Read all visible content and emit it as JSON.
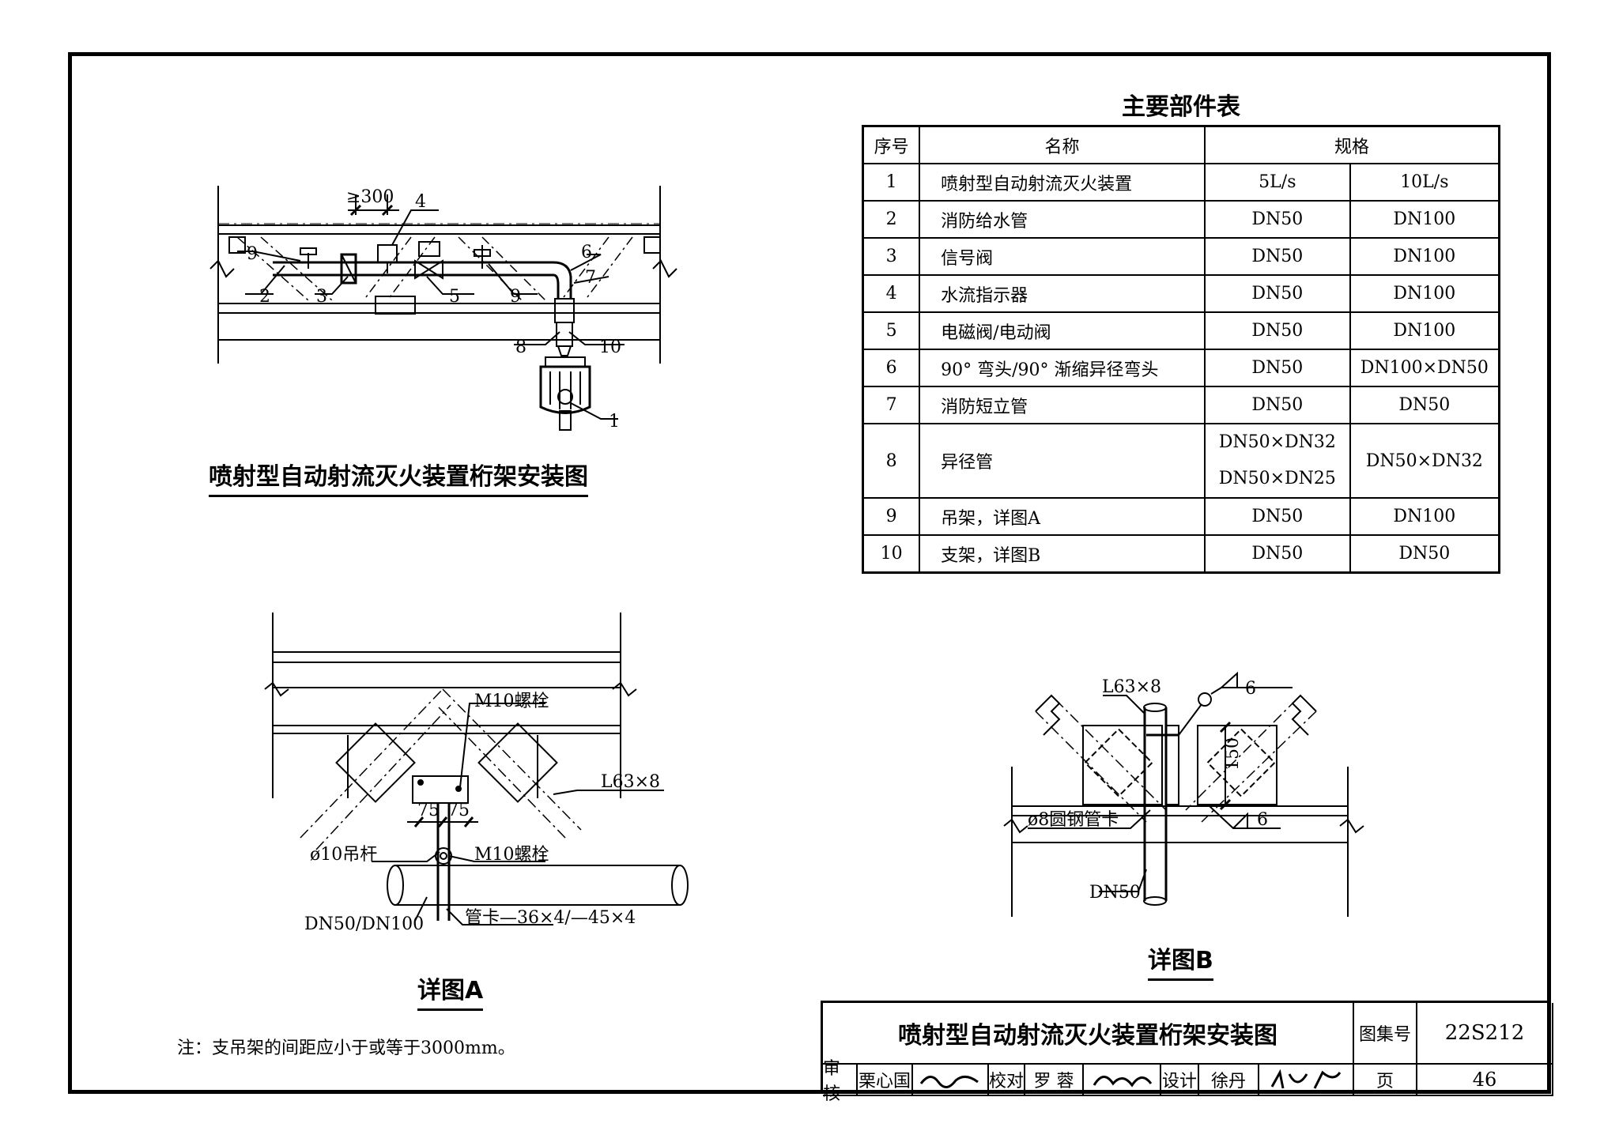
{
  "table": {
    "title": "主要部件表",
    "headers": [
      "序号",
      "名称",
      "规格"
    ],
    "rows": [
      {
        "no": "1",
        "name": "喷射型自动射流灭火装置",
        "s1": "5L/s",
        "s2": "10L/s"
      },
      {
        "no": "2",
        "name": "消防给水管",
        "s1": "DN50",
        "s2": "DN100"
      },
      {
        "no": "3",
        "name": "信号阀",
        "s1": "DN50",
        "s2": "DN100"
      },
      {
        "no": "4",
        "name": "水流指示器",
        "s1": "DN50",
        "s2": "DN100"
      },
      {
        "no": "5",
        "name": "电磁阀/电动阀",
        "s1": "DN50",
        "s2": "DN100"
      },
      {
        "no": "6",
        "name": "90° 弯头/90° 渐缩异径弯头",
        "s1": "DN50",
        "s2": "DN100×DN50"
      },
      {
        "no": "7",
        "name": "消防短立管",
        "s1": "DN50",
        "s2": "DN50"
      },
      {
        "no": "8",
        "name": "异径管",
        "s1a": "DN50×DN32",
        "s1b": "DN50×DN25",
        "s2": "DN50×DN32"
      },
      {
        "no": "9",
        "name": "吊架，详图A",
        "s1": "DN50",
        "s2": "DN100"
      },
      {
        "no": "10",
        "name": "支架，详图B",
        "s1": "DN50",
        "s2": "DN50"
      }
    ]
  },
  "main_drawing": {
    "caption": "喷射型自动射流灭火装置桁架安装图",
    "dim": "≥300",
    "callouts": [
      "1",
      "2",
      "3",
      "4",
      "5",
      "6",
      "7",
      "8",
      "9",
      "9",
      "10"
    ]
  },
  "detail_a": {
    "caption": "详图A",
    "labels": {
      "bolt_top": "M10螺栓",
      "angle": "L63×8",
      "d1": "75",
      "d2": "75",
      "rod": "ø10吊杆",
      "bolt_bottom": "M10螺栓",
      "pipe": "DN50/DN100",
      "clamp": "管卡—36×4/—45×4"
    }
  },
  "detail_b": {
    "caption": "详图B",
    "labels": {
      "angle": "L63×8",
      "weld_top": "6",
      "dim": "150",
      "clamp": "ø8圆钢管卡",
      "weld_bottom": "6",
      "pipe": "DN50"
    }
  },
  "note": "注：支吊架的间距应小于或等于3000mm。",
  "title_block": {
    "title": "喷射型自动射流灭火装置桁架安装图",
    "atlas_label": "图集号",
    "atlas_no": "22S212",
    "review_label": "审核",
    "reviewer": "栗心国",
    "check_label": "校对",
    "checker": "罗 蓉",
    "design_label": "设计",
    "designer": "徐丹",
    "page_label": "页",
    "page_no": "46"
  }
}
